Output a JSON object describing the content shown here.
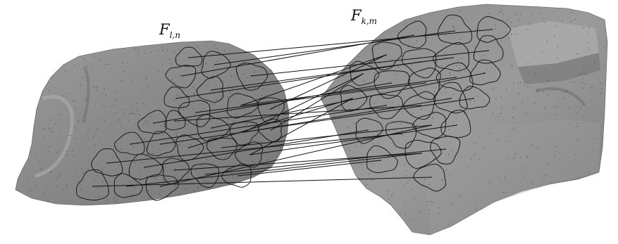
{
  "labels": {
    "left_main": "F",
    "left_sub": "l,n",
    "right_main": "F",
    "right_sub": "k,m"
  },
  "colors": {
    "fragment_fill": "#8a8a8a",
    "fragment_shadow": "#6e6e6e",
    "fragment_light": "#a9a9a9",
    "outline": "#1a1a1a",
    "line": "#111111",
    "speckle": "#2a2a2a"
  }
}
